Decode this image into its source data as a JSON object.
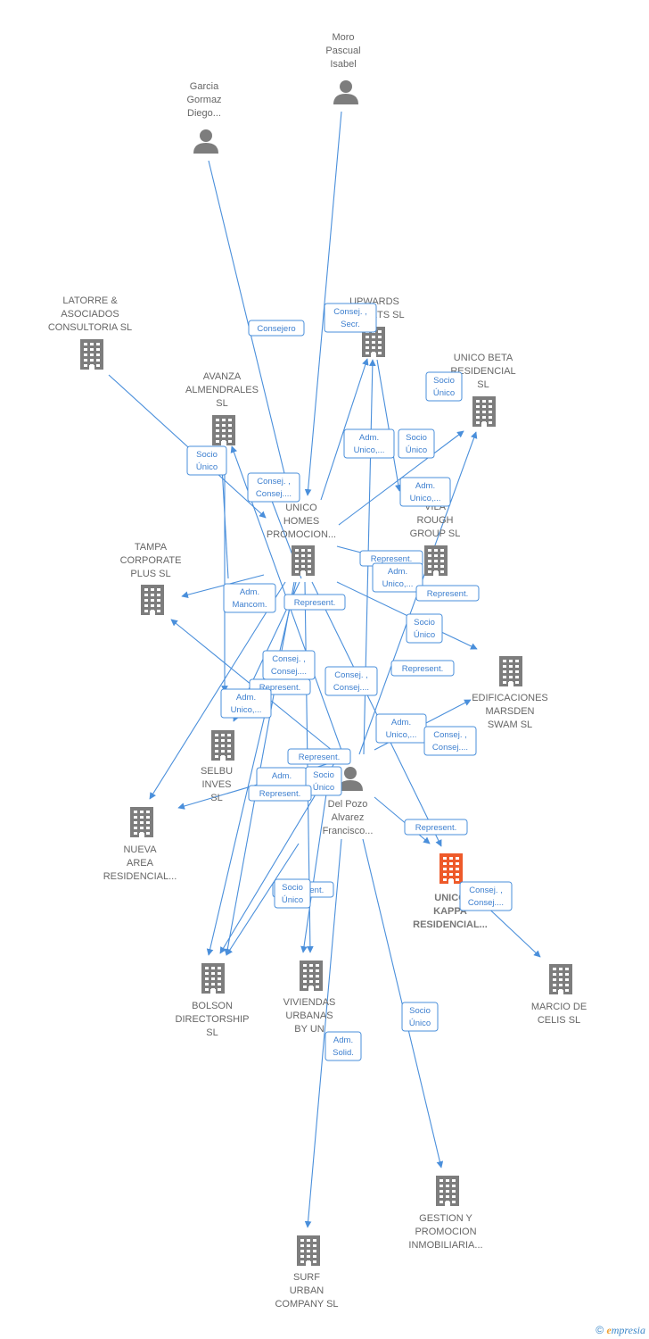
{
  "colors": {
    "edge": "#4a8fdb",
    "icon": "#7d7d7d",
    "focus": "#ee5a2a",
    "label": "#666666"
  },
  "footer": {
    "copyright_symbol": "©",
    "brand_first": "e",
    "brand_rest": "mpresia"
  },
  "nodes": [
    {
      "id": "moro",
      "kind": "person",
      "lines": [
        "Moro",
        "Pascual",
        "Isabel"
      ]
    },
    {
      "id": "garcia",
      "kind": "person",
      "lines": [
        "Garcia",
        "Gormaz",
        "Diego..."
      ]
    },
    {
      "id": "delpozo",
      "kind": "person",
      "lines": [
        "Del Pozo",
        "Alvarez",
        "Francisco..."
      ]
    },
    {
      "id": "latorre",
      "kind": "company",
      "lines": [
        "LATORRE &",
        "ASOCIADOS",
        "CONSULTORIA SL"
      ]
    },
    {
      "id": "upwards",
      "kind": "company",
      "lines": [
        "UPWARDS",
        "PROJETS SL"
      ]
    },
    {
      "id": "unicobeta",
      "kind": "company",
      "lines": [
        "UNICO BETA",
        "RESIDENCIAL",
        "SL"
      ]
    },
    {
      "id": "avanza",
      "kind": "company",
      "lines": [
        "AVANZA",
        "ALMENDRALES",
        "SL"
      ]
    },
    {
      "id": "unicohomes",
      "kind": "company",
      "lines": [
        "UNICO",
        "HOMES",
        "PROMOCION..."
      ]
    },
    {
      "id": "vilarough",
      "kind": "company",
      "lines": [
        "VILA",
        "ROUGH",
        "GROUP SL"
      ]
    },
    {
      "id": "tampa",
      "kind": "company",
      "lines": [
        "TAMPA",
        "CORPORATE",
        "PLUS SL"
      ]
    },
    {
      "id": "edificaciones",
      "kind": "company",
      "lines": [
        "EDIFICACIONES",
        "MARSDEN",
        "SWAM SL"
      ]
    },
    {
      "id": "selbu",
      "kind": "company",
      "lines": [
        "SELBU",
        "INVES",
        "SL"
      ]
    },
    {
      "id": "nuevaarea",
      "kind": "company",
      "lines": [
        "NUEVA",
        "AREA",
        "RESIDENCIAL..."
      ]
    },
    {
      "id": "unicokappa",
      "kind": "company",
      "focus": true,
      "lines": [
        "UNICO",
        "KAPPA",
        "RESIDENCIAL..."
      ]
    },
    {
      "id": "bolson",
      "kind": "company",
      "lines": [
        "BOLSON",
        "DIRECTORSHIP",
        "SL"
      ]
    },
    {
      "id": "viviendas",
      "kind": "company",
      "lines": [
        "VIVIENDAS",
        "URBANAS",
        "BY UN"
      ]
    },
    {
      "id": "marcio",
      "kind": "company",
      "lines": [
        "MARCIO DE",
        "CELIS SL"
      ]
    },
    {
      "id": "gestion",
      "kind": "company",
      "lines": [
        "GESTION Y",
        "PROMOCION",
        "INMOBILIARIA..."
      ]
    },
    {
      "id": "surf",
      "kind": "company",
      "lines": [
        "SURF",
        "URBAN",
        "COMPANY SL"
      ]
    }
  ],
  "roles": [
    {
      "lines": [
        "Consej. ,",
        "Secr."
      ]
    },
    {
      "lines": [
        "Consejero"
      ]
    },
    {
      "lines": [
        "Socio",
        "Único"
      ]
    },
    {
      "lines": [
        "Socio",
        "Único"
      ]
    },
    {
      "lines": [
        "Adm.",
        "Unico,..."
      ]
    },
    {
      "lines": [
        "Socio",
        "Único"
      ]
    },
    {
      "lines": [
        "Adm.",
        "Unico,..."
      ]
    },
    {
      "lines": [
        "Consej. ,",
        "Consej...."
      ]
    },
    {
      "lines": [
        "Represent."
      ]
    },
    {
      "lines": [
        "Adm.",
        "Unico,..."
      ]
    },
    {
      "lines": [
        "Adm.",
        "Mancom."
      ]
    },
    {
      "lines": [
        "Represent."
      ]
    },
    {
      "lines": [
        "Represent."
      ]
    },
    {
      "lines": [
        "Socio",
        "Único"
      ]
    },
    {
      "lines": [
        "Consej. ,",
        "Consej...."
      ]
    },
    {
      "lines": [
        "Consej. ,",
        "Consej...."
      ]
    },
    {
      "lines": [
        "Represent."
      ]
    },
    {
      "lines": [
        "Represent."
      ]
    },
    {
      "lines": [
        "Adm.",
        "Unico,..."
      ]
    },
    {
      "lines": [
        "Adm.",
        "Unico,..."
      ]
    },
    {
      "lines": [
        "Consej. ,",
        "Consej...."
      ]
    },
    {
      "lines": [
        "Represent."
      ]
    },
    {
      "lines": [
        "Adm.",
        "Unico,..."
      ]
    },
    {
      "lines": [
        "Socio",
        "Único"
      ]
    },
    {
      "lines": [
        "Represent."
      ]
    },
    {
      "lines": [
        "Represent."
      ]
    },
    {
      "lines": [
        "Consej. ,",
        "Consej...."
      ]
    },
    {
      "lines": [
        "Represent."
      ]
    },
    {
      "lines": [
        "Socio",
        "Único"
      ]
    },
    {
      "lines": [
        "Socio",
        "Único"
      ]
    },
    {
      "lines": [
        "Adm.",
        "Solid."
      ]
    }
  ]
}
